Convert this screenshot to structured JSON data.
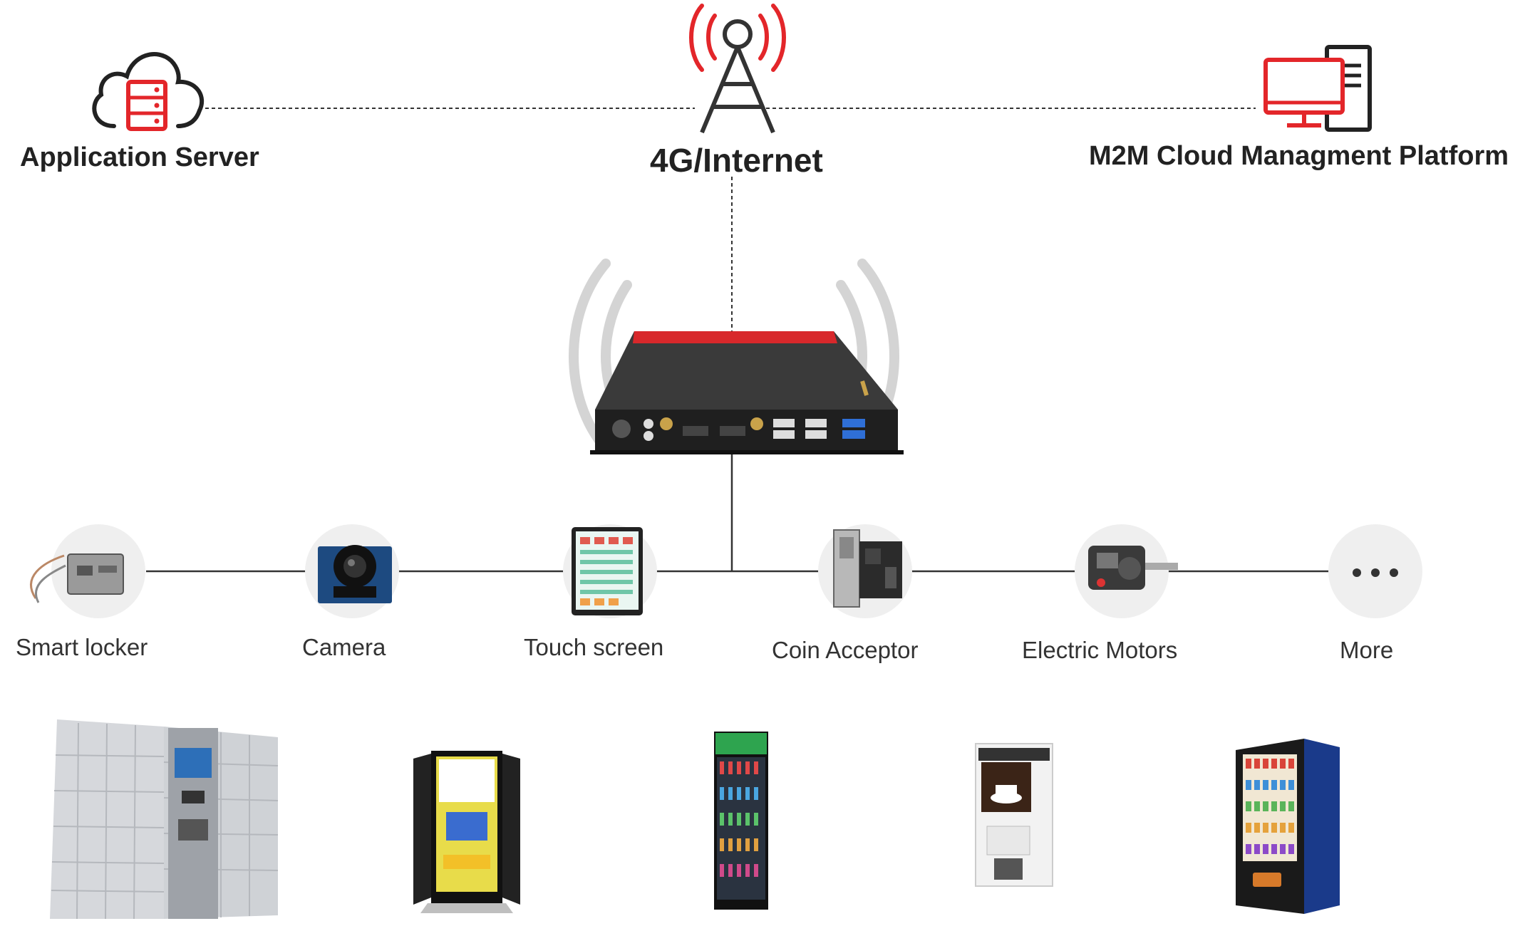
{
  "header": {
    "application_server": "Application  Server",
    "internet": "4G/Internet",
    "cloud_platform": "M2M  Cloud  Managment  Platform"
  },
  "devices": [
    {
      "label": "Smart  locker"
    },
    {
      "label": "Camera"
    },
    {
      "label": "Touch  screen"
    },
    {
      "label": "Coin  Acceptor"
    },
    {
      "label": "Electric  Motors"
    },
    {
      "label": "More"
    }
  ],
  "colors": {
    "accent": "#e3262a",
    "line": "#333333",
    "signal_gray": "#d4d4d4",
    "device_body": "#2a2a2a"
  }
}
